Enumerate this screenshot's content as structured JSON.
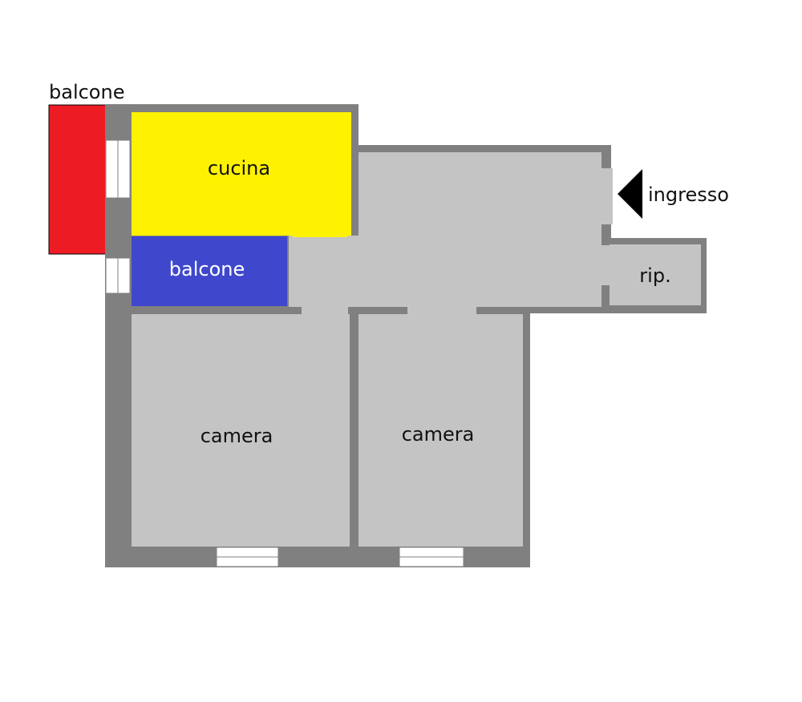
{
  "labels": {
    "balcone_outer": "balcone",
    "cucina": "cucina",
    "balcone_inner": "balcone",
    "ingresso": "ingresso",
    "rip": "rip.",
    "camera_left": "camera",
    "camera_right": "camera"
  },
  "colors": {
    "wall": "#808080",
    "floor": "#c4c4c4",
    "cucina": "#fff200",
    "balcone_inner": "#3f48cc",
    "balcone_outer": "#ed1c24",
    "window": "#ffffff",
    "arrow": "#000000"
  },
  "icons": {
    "entrance": "triangle-left-arrow"
  }
}
